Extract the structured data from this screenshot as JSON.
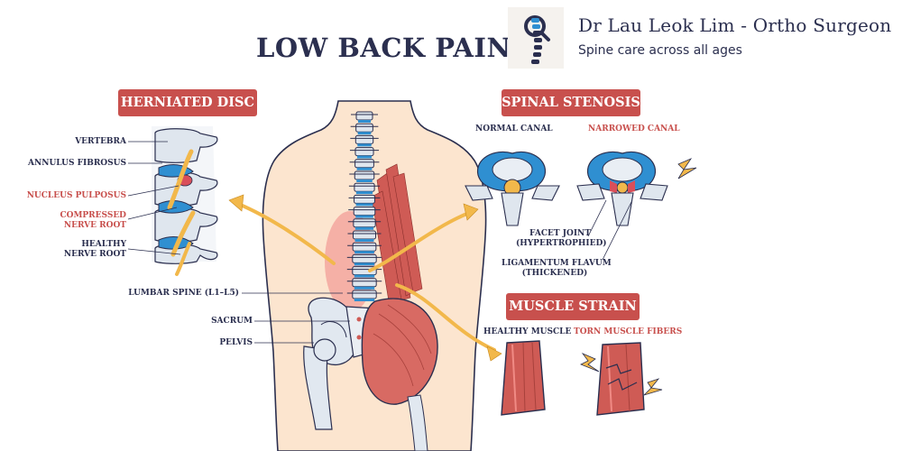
{
  "title": "LOW BACK PAIN",
  "brand": {
    "name": "Dr Lau Leok Lim - Ortho Surgeon",
    "tagline": "Spine care across all ages",
    "logo_icon": "spine-logo-icon"
  },
  "colors": {
    "accent": "#c8504d",
    "navy": "#2b2f4f",
    "bone": "#dfe6ee",
    "disc_blue": "#2f8fd1",
    "skin": "#fce5cf",
    "muscle": "#cf5b55",
    "arrow": "#f2b84b"
  },
  "sections": {
    "herniated_disc": {
      "heading": "HERNIATED DISC",
      "labels": {
        "vertebra": "VERTEBRA",
        "annulus": "ANNULUS FIBROSUS",
        "nucleus": "NUCLEUS PULPOSUS",
        "compressed_1": "COMPRESSED",
        "compressed_2": "NERVE ROOT",
        "healthy_1": "HEALTHY",
        "healthy_2": "NERVE ROOT"
      }
    },
    "body": {
      "labels": {
        "lumbar": "LUMBAR SPINE (L1–L5)",
        "sacrum": "SACRUM",
        "pelvis": "PELVIS"
      }
    },
    "spinal_stenosis": {
      "heading": "SPINAL STENOSIS",
      "normal": "NORMAL CANAL",
      "narrowed": "NARROWED CANAL",
      "labels": {
        "facet_1": "FACET JOINT",
        "facet_2": "(HYPERTROPHIED)",
        "lig_1": "LIGAMENTUM FLAVUM",
        "lig_2": "(THICKENED)"
      }
    },
    "muscle_strain": {
      "heading": "MUSCLE STRAIN",
      "healthy": "HEALTHY MUSCLE",
      "torn": "TORN MUSCLE FIBERS"
    }
  }
}
